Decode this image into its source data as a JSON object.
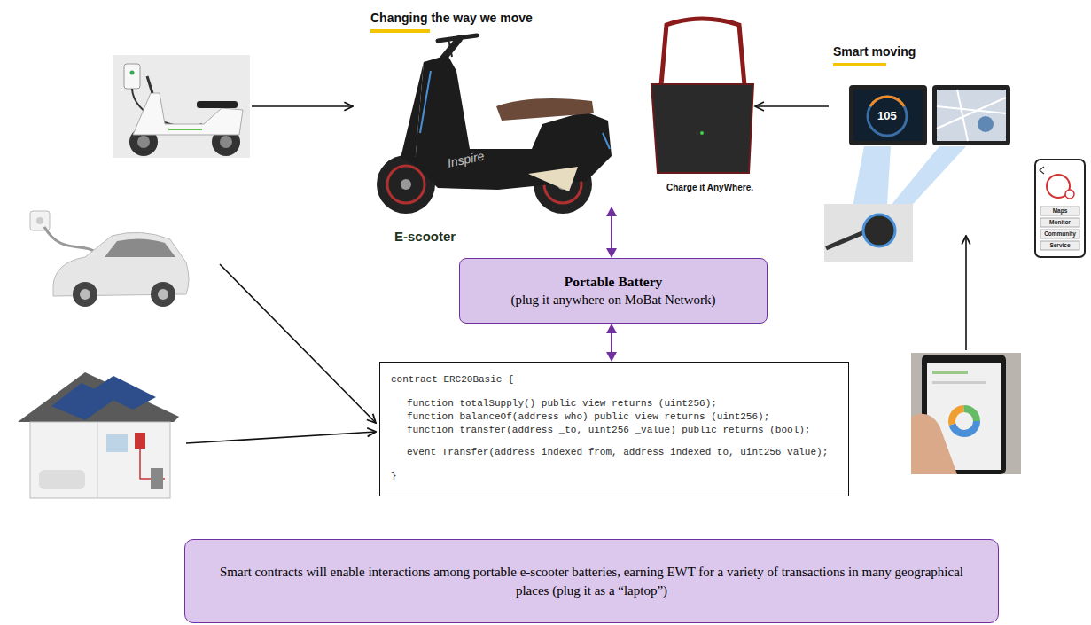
{
  "diagram": {
    "nodes": [
      {
        "text": [
          "Changing the way we move",
          "E-scooter"
        ]
      },
      {
        "text": [
          "Charge it AnyWhere."
        ]
      },
      {
        "text": [
          "Smart moving"
        ]
      },
      {
        "text": [
          "Portable Battery",
          "(plug it anywhere on MoBat Network)"
        ]
      },
      {
        "text": [
          "contract ERC20Basic {",
          "function totalSupply() public view returns (uint256);",
          "function balanceOf(address who) public view returns (uint256);",
          "function transfer(address _to, uint256 _value) public returns (bool);",
          "event Transfer(address indexed from, address indexed to, uint256 value);",
          "}"
        ]
      },
      {
        "text": [
          "Smart contracts will enable interactions among portable e-scooter batteries, earning EWT for a variety of transactions in many geographical places (plug it as a “laptop”)"
        ]
      }
    ],
    "edges": [
      {
        "from": 0,
        "to": 3,
        "arrow": "both"
      },
      {
        "from": 3,
        "to": 4,
        "arrow": "both"
      },
      {
        "from": 2,
        "to": 1,
        "arrow": "to"
      }
    ],
    "labels": [
      "Inspire",
      "105",
      "Maps",
      "Monitor",
      "Community",
      "Service"
    ]
  }
}
